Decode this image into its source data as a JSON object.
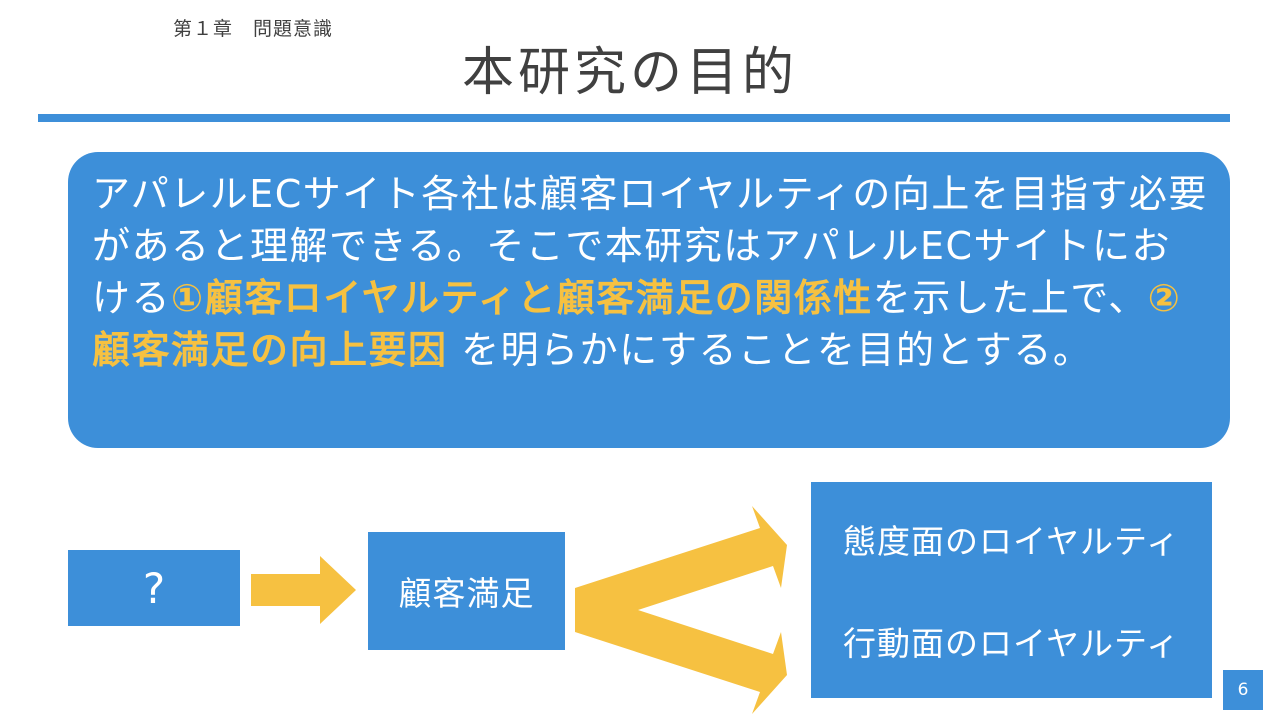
{
  "header": {
    "chapter": "第１章　問題意識",
    "title": "本研究の目的"
  },
  "purpose": {
    "segments": [
      {
        "text": "アパレルECサイト各社は顧客ロイヤルティの向上を目指す必要があると理解できる。そこで本研究はアパレルECサイトにおける",
        "highlight": false
      },
      {
        "text": "①顧客ロイヤルティと顧客満足の関係性",
        "highlight": true
      },
      {
        "text": "を示した上で、",
        "highlight": false
      },
      {
        "text": "②顧客満足の向上要因",
        "highlight": true
      },
      {
        "text": " を明らかにすることを目的とする。",
        "highlight": false
      }
    ]
  },
  "diagram": {
    "unknown_box": "?",
    "satisfaction_box": "顧客満足",
    "loyalty": {
      "attitudinal": "態度面のロイヤルティ",
      "behavioral": "行動面のロイヤルティ"
    }
  },
  "footer": {
    "page_number": "6"
  },
  "colors": {
    "accent_blue": "#3d8fd9",
    "highlight_yellow": "#f6c141",
    "arrow_yellow": "#f6c141",
    "text_gray": "#404040"
  }
}
